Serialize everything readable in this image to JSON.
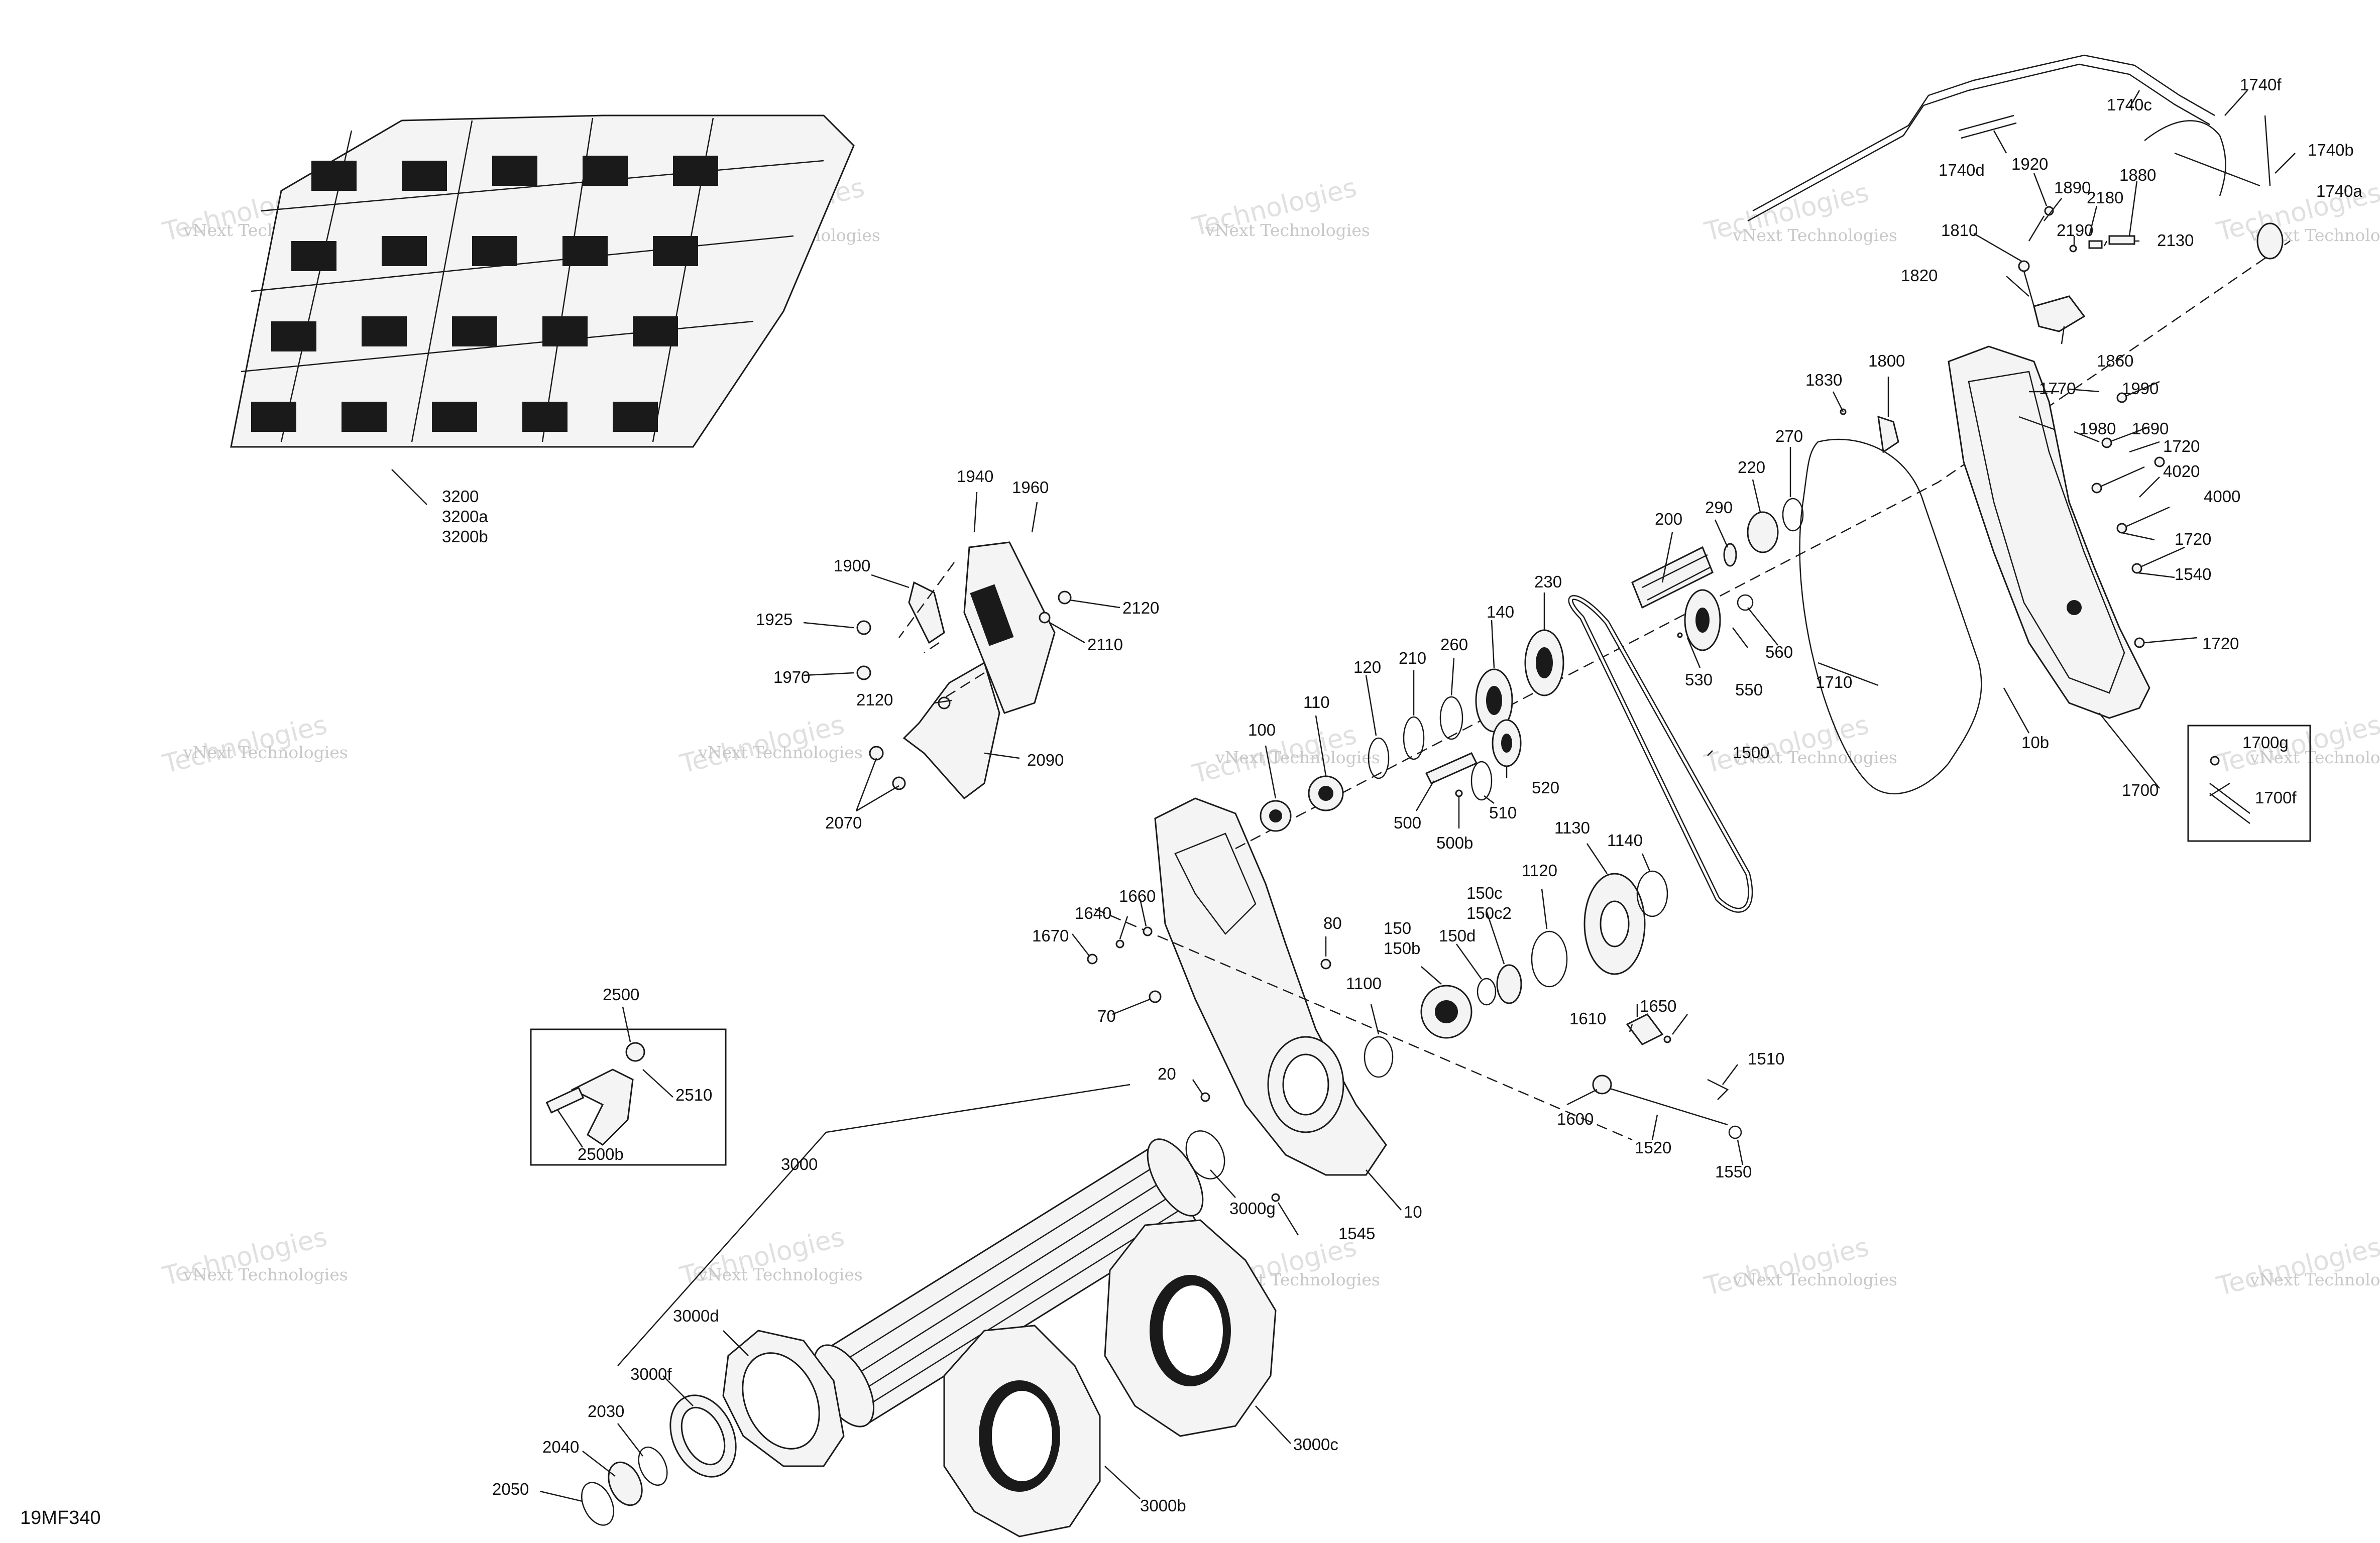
{
  "diagram_code": "19MF340",
  "watermark": {
    "line1": "vNext Technologies",
    "line2": "Technologies"
  },
  "labels": [
    {
      "text": "3200"
    },
    {
      "text": "3200a"
    },
    {
      "text": "3200b"
    },
    {
      "text": "1940"
    },
    {
      "text": "1960"
    },
    {
      "text": "1900"
    },
    {
      "text": "1925"
    },
    {
      "text": "2120"
    },
    {
      "text": "2110"
    },
    {
      "text": "1970"
    },
    {
      "text": "2120"
    },
    {
      "text": "2090"
    },
    {
      "text": "2070"
    },
    {
      "text": "2500"
    },
    {
      "text": "2510"
    },
    {
      "text": "2500b"
    },
    {
      "text": "3000"
    },
    {
      "text": "3000d"
    },
    {
      "text": "3000f"
    },
    {
      "text": "2030"
    },
    {
      "text": "2040"
    },
    {
      "text": "2050"
    },
    {
      "text": "3000b"
    },
    {
      "text": "3000c"
    },
    {
      "text": "3000g"
    },
    {
      "text": "1545"
    },
    {
      "text": "10"
    },
    {
      "text": "20"
    },
    {
      "text": "1670"
    },
    {
      "text": "1640"
    },
    {
      "text": "1660"
    },
    {
      "text": "70"
    },
    {
      "text": "80"
    },
    {
      "text": "100"
    },
    {
      "text": "110"
    },
    {
      "text": "120"
    },
    {
      "text": "210"
    },
    {
      "text": "260"
    },
    {
      "text": "140"
    },
    {
      "text": "230"
    },
    {
      "text": "500"
    },
    {
      "text": "500b"
    },
    {
      "text": "510"
    },
    {
      "text": "520"
    },
    {
      "text": "1100"
    },
    {
      "text": "150"
    },
    {
      "text": "150b"
    },
    {
      "text": "150d"
    },
    {
      "text": "150c"
    },
    {
      "text": "150c2"
    },
    {
      "text": "1120"
    },
    {
      "text": "1130"
    },
    {
      "text": "1140"
    },
    {
      "text": "1500"
    },
    {
      "text": "1610"
    },
    {
      "text": "1650"
    },
    {
      "text": "1510"
    },
    {
      "text": "1600"
    },
    {
      "text": "1520"
    },
    {
      "text": "1550"
    },
    {
      "text": "200"
    },
    {
      "text": "290"
    },
    {
      "text": "220"
    },
    {
      "text": "270"
    },
    {
      "text": "530"
    },
    {
      "text": "550"
    },
    {
      "text": "560"
    },
    {
      "text": "1710"
    },
    {
      "text": "1830"
    },
    {
      "text": "1800"
    },
    {
      "text": "1740c"
    },
    {
      "text": "1740f"
    },
    {
      "text": "1740d"
    },
    {
      "text": "1920"
    },
    {
      "text": "1890"
    },
    {
      "text": "1880"
    },
    {
      "text": "1740b"
    },
    {
      "text": "1740a"
    },
    {
      "text": "2180"
    },
    {
      "text": "2190"
    },
    {
      "text": "2130"
    },
    {
      "text": "1810"
    },
    {
      "text": "1820"
    },
    {
      "text": "1860"
    },
    {
      "text": "1770"
    },
    {
      "text": "1990"
    },
    {
      "text": "1980"
    },
    {
      "text": "1690"
    },
    {
      "text": "1720"
    },
    {
      "text": "4020"
    },
    {
      "text": "4000"
    },
    {
      "text": "1720"
    },
    {
      "text": "1540"
    },
    {
      "text": "1720"
    },
    {
      "text": "10b"
    },
    {
      "text": "1700"
    },
    {
      "text": "1700g"
    },
    {
      "text": "1700f"
    }
  ]
}
